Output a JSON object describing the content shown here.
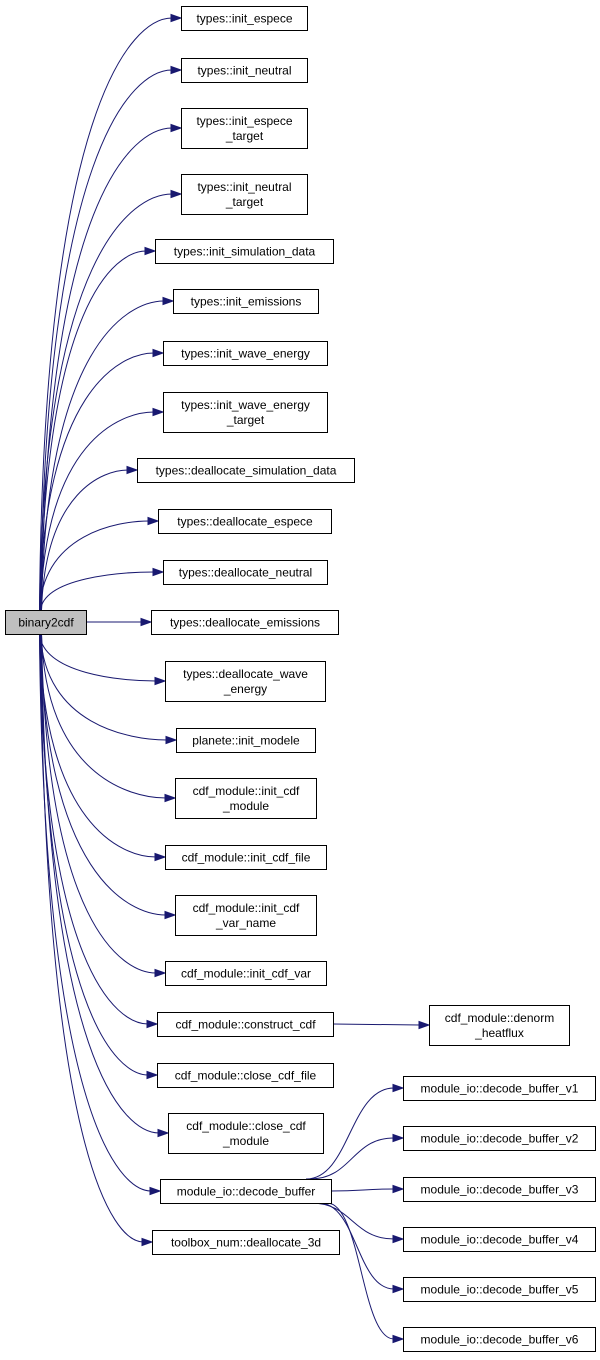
{
  "root": "binary2cdf",
  "callees": [
    "types::init_espece",
    "types::init_neutral",
    "types::init_espece\n_target",
    "types::init_neutral\n_target",
    "types::init_simulation_data",
    "types::init_emissions",
    "types::init_wave_energy",
    "types::init_wave_energy\n_target",
    "types::deallocate_simulation_data",
    "types::deallocate_espece",
    "types::deallocate_neutral",
    "types::deallocate_emissions",
    "types::deallocate_wave\n_energy",
    "planete::init_modele",
    "cdf_module::init_cdf\n_module",
    "cdf_module::init_cdf_file",
    "cdf_module::init_cdf\n_var_name",
    "cdf_module::init_cdf_var",
    "cdf_module::construct_cdf",
    "cdf_module::close_cdf_file",
    "cdf_module::close_cdf\n_module",
    "module_io::decode_buffer",
    "toolbox_num::deallocate_3d"
  ],
  "second_level": {
    "cdf_module::construct_cdf": [
      "cdf_module::denorm\n_heatflux"
    ],
    "module_io::decode_buffer": [
      "module_io::decode_buffer_v1",
      "module_io::decode_buffer_v2",
      "module_io::decode_buffer_v3",
      "module_io::decode_buffer_v4",
      "module_io::decode_buffer_v5",
      "module_io::decode_buffer_v6"
    ]
  },
  "colors": {
    "edge": "#191970",
    "root_fill": "#bfbfbf",
    "box_fill": "#ffffff",
    "border": "#000000"
  }
}
